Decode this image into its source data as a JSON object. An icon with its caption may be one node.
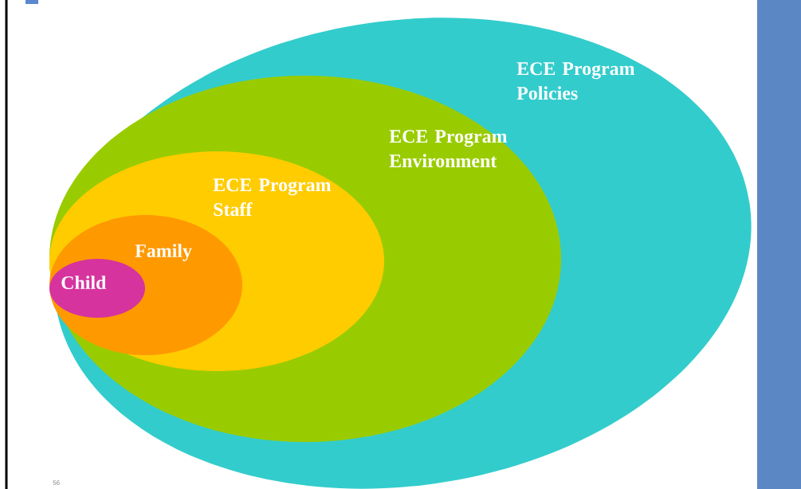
{
  "diagram": {
    "nodes": [
      {
        "text": [
          "ECE Program Policies"
        ]
      },
      {
        "text": [
          "ECE Program Environment"
        ],
        "in": 0
      },
      {
        "text": [
          "ECE Program Staff"
        ],
        "in": 1
      },
      {
        "text": [
          "Family"
        ],
        "in": 2
      },
      {
        "text": [
          "Child"
        ],
        "in": 3
      }
    ],
    "labels": [
      "56"
    ]
  }
}
